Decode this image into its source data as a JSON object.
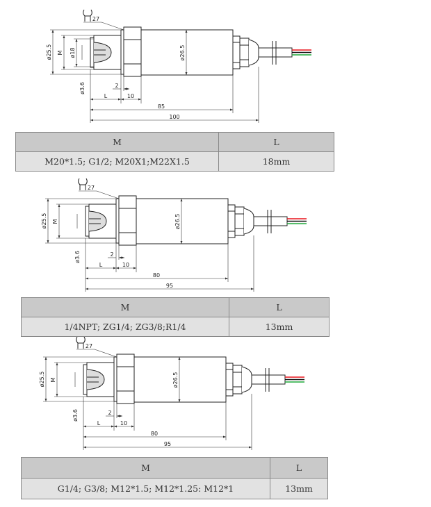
{
  "colors": {
    "wire_red": "#e8141b",
    "wire_black": "#111111",
    "wire_green": "#1fa83a",
    "header_bg": "#c9c9c9",
    "row_bg": "#e2e2e2"
  },
  "drawings": [
    {
      "wrench": "27",
      "outer_dia": "ø25.5",
      "thread": "M",
      "inner_dia": "ø18",
      "hole_dia": "ø3.6",
      "gap": "2",
      "length": "L",
      "hex_len": "10",
      "body_dia": "ø26.5",
      "len_body": "85",
      "len_total": "100"
    },
    {
      "wrench": "27",
      "outer_dia": "ø25.5",
      "thread": "M",
      "hole_dia": "ø3.6",
      "gap": "2",
      "length": "L",
      "hex_len": "10",
      "body_dia": "ø26.5",
      "len_body": "80",
      "len_total": "95"
    },
    {
      "wrench": "27",
      "outer_dia": "ø25.5",
      "thread": "M",
      "hole_dia": "ø3.6",
      "gap": "2",
      "length": "L",
      "hex_len": "10",
      "body_dia": "ø26.5",
      "len_body": "80",
      "len_total": "95"
    }
  ],
  "tables": [
    {
      "headers": [
        "M",
        "L"
      ],
      "row": [
        "M20*1.5; G1/2; M20X1;M22X1.5",
        "18mm"
      ]
    },
    {
      "headers": [
        "M",
        "L"
      ],
      "row": [
        "1/4NPT; ZG1/4; ZG3/8;R1/4",
        "13mm"
      ]
    },
    {
      "headers": [
        "M",
        "L"
      ],
      "row": [
        "G1/4;  G3/8; M12*1.5; M12*1.25: M12*1",
        "13mm"
      ]
    }
  ]
}
